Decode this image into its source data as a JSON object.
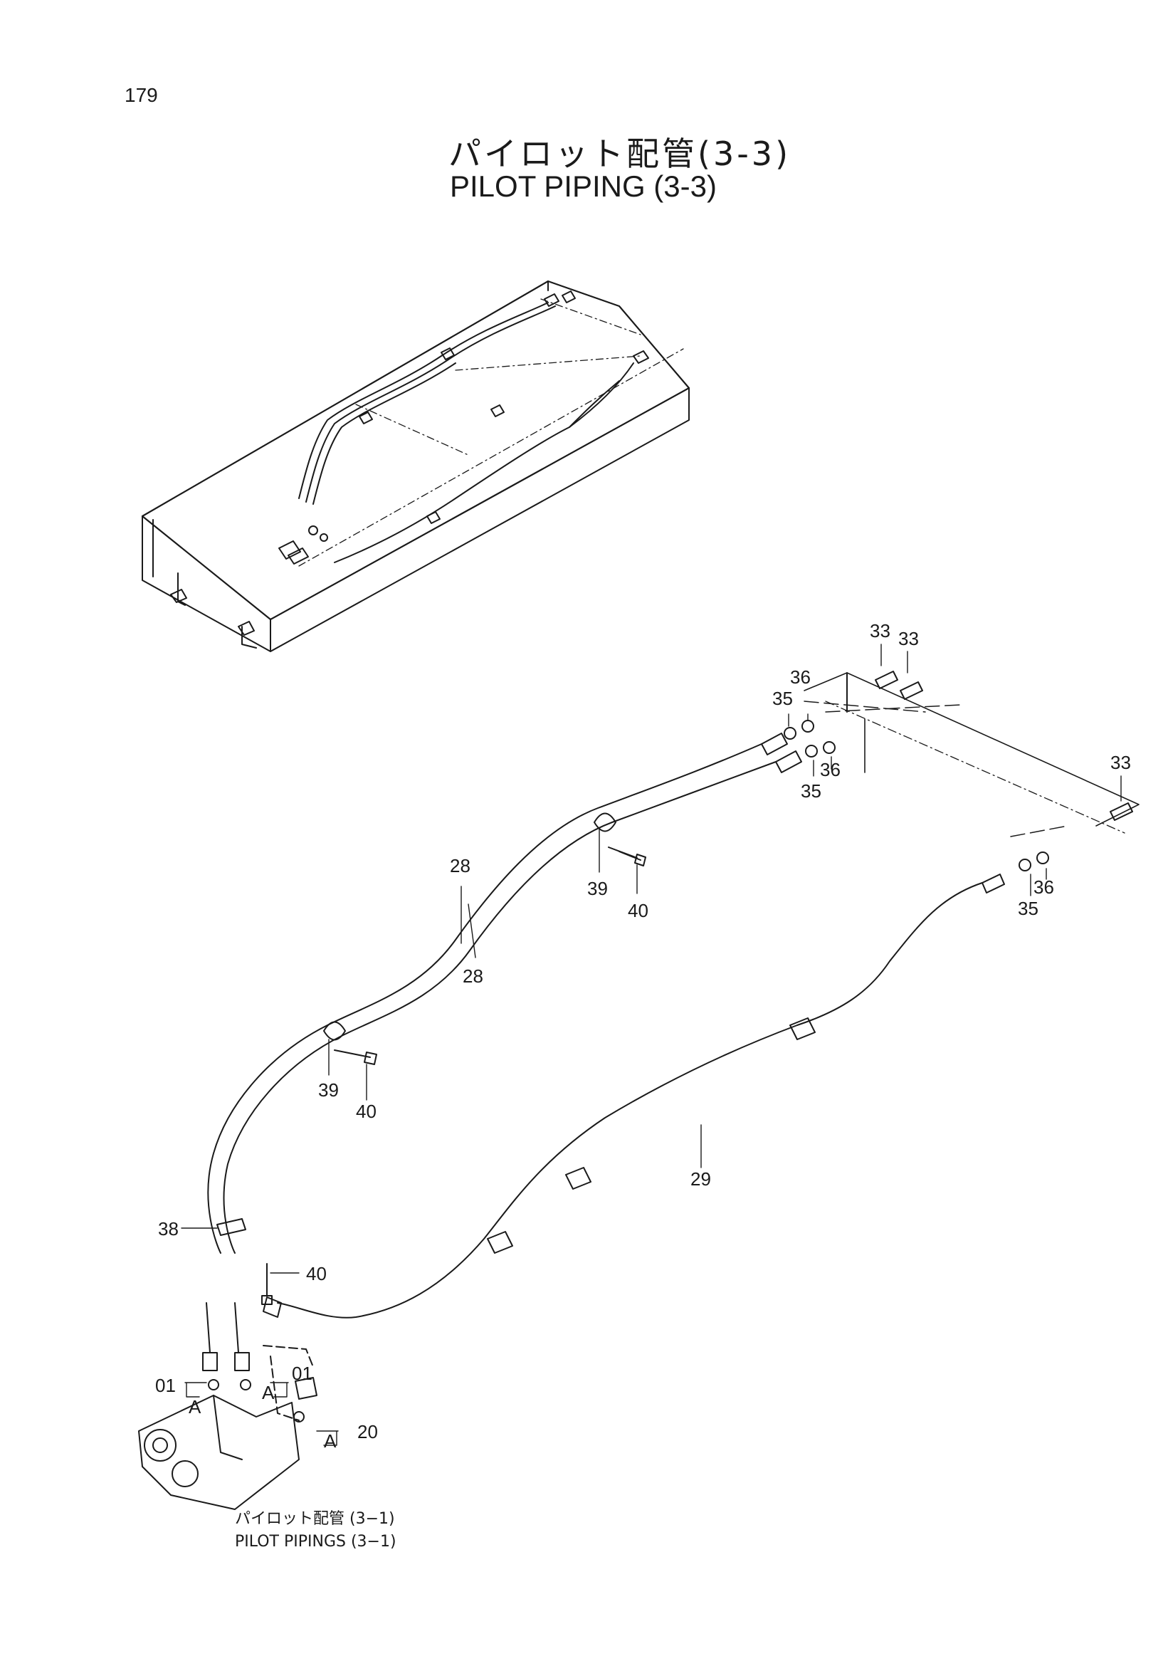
{
  "page_number": "179",
  "title_jp": "パイロット配管(3-3)",
  "title_en": "PILOT PIPING (3-3)",
  "part_labels": [
    {
      "key": "p33a",
      "text": "33"
    },
    {
      "key": "p33b",
      "text": "33"
    },
    {
      "key": "p33c",
      "text": "33"
    },
    {
      "key": "p36a",
      "text": "36"
    },
    {
      "key": "p35a",
      "text": "35"
    },
    {
      "key": "p36b",
      "text": "36"
    },
    {
      "key": "p35b",
      "text": "35"
    },
    {
      "key": "p36c",
      "text": "36"
    },
    {
      "key": "p35c",
      "text": "35"
    },
    {
      "key": "p28a",
      "text": "28"
    },
    {
      "key": "p28b",
      "text": "28"
    },
    {
      "key": "p39a",
      "text": "39"
    },
    {
      "key": "p40a",
      "text": "40"
    },
    {
      "key": "p39b",
      "text": "39"
    },
    {
      "key": "p40b",
      "text": "40"
    },
    {
      "key": "p29",
      "text": "29"
    },
    {
      "key": "p38",
      "text": "38"
    },
    {
      "key": "p40c",
      "text": "40"
    },
    {
      "key": "p01a",
      "text": "01"
    },
    {
      "key": "p01b",
      "text": "01"
    },
    {
      "key": "pA1",
      "text": "A"
    },
    {
      "key": "pA2",
      "text": "A"
    },
    {
      "key": "p20",
      "text": "20"
    },
    {
      "key": "pA3",
      "text": "A"
    }
  ],
  "reference": {
    "jp": "パイロット配管 (3−1)",
    "en": "PILOT PIPINGS (3−1)"
  }
}
